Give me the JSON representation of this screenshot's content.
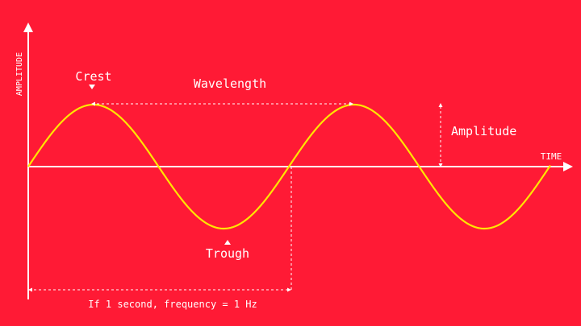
{
  "diagram": {
    "labels": {
      "y_axis": "AMPLITUDE",
      "x_axis": "TIME",
      "crest": "Crest",
      "trough": "Trough",
      "wavelength": "Wavelength",
      "amplitude": "Amplitude",
      "frequency_note": "If 1 second, frequency = 1 Hz"
    },
    "colors": {
      "background": "#FF1A35",
      "wave": "#FFE600",
      "lines": "#FFFFFF"
    }
  }
}
